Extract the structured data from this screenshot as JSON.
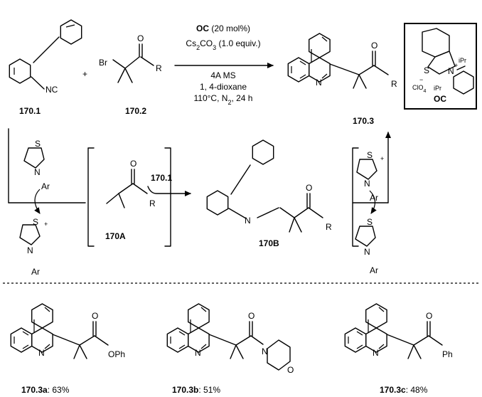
{
  "reaction": {
    "reactant1": "170.1",
    "reactant2": "170.2",
    "product": "170.3",
    "plus": "+",
    "conditions": {
      "catalyst_name": "OC",
      "catalyst_loading": "(20 mol%)",
      "base": "Cs",
      "base_sub1": "2",
      "base_mid": "CO",
      "base_sub2": "3",
      "base_amount": "(1.0 equiv.)",
      "additive": "4A MS",
      "solvent": "1, 4-dioxane",
      "temp_atm": "110°C, N",
      "n2_sub": "2",
      "time": ", 24 h"
    }
  },
  "catalyst": {
    "label": "OC",
    "anion": "ClO",
    "anion_sub": "4",
    "anion_charge": "−",
    "ipr": "iPr",
    "s_atom": "S",
    "n_atom": "N",
    "plus_charge": "+"
  },
  "mechanism": {
    "catalyst_atoms": {
      "s": "S",
      "n": "N",
      "ar": "Ar",
      "plus": "+"
    },
    "intermediate_a": "170A",
    "intermediate_b": "170B",
    "reagent_over_arrow": "170.1"
  },
  "groups": {
    "R": "R",
    "Br": "Br",
    "O": "O",
    "N": "N",
    "NC": "NC"
  },
  "products": [
    {
      "id": "170.3a",
      "yield": ": 63%",
      "group": "OPh"
    },
    {
      "id": "170.3b",
      "yield": ": 51%",
      "group": "N"
    },
    {
      "id": "170.3c",
      "yield": ": 48%",
      "group": "Ph"
    }
  ]
}
